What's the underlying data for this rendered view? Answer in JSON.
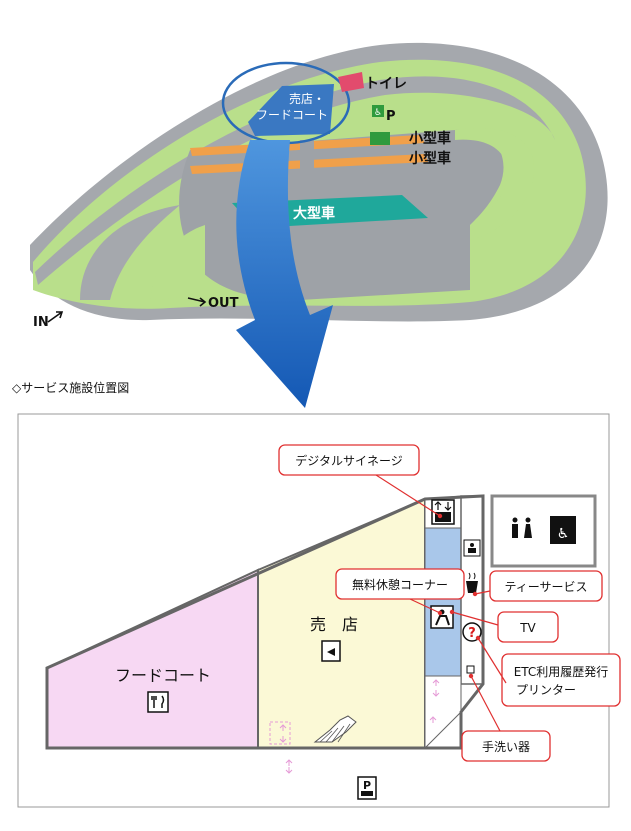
{
  "overview": {
    "labels": {
      "shop_food": [
        "売店・",
        "フードコート"
      ],
      "toilet": "トイレ",
      "parking_p": "P",
      "small_car_1": "小型車",
      "small_car_2": "小型車",
      "large_car": "大型車",
      "in": "IN",
      "out": "OUT"
    }
  },
  "section_title": "◇サービス施設位置図",
  "floor": {
    "food_court": "フードコート",
    "shop": "売　店"
  },
  "callouts": {
    "digital_signage": "デジタルサイネージ",
    "rest_corner": "無料休憩コーナー",
    "tea_service": "ティーサービス",
    "tv": "TV",
    "etc_printer": [
      "ETC利用履歴発行",
      "プリンター"
    ],
    "hand_dryer": "手洗い器"
  },
  "icons": {
    "parking_sign": "P",
    "toilet_block": "restroom-icon",
    "accessible": "accessible-restroom-icon"
  },
  "colors": {
    "grass": "#b8df8a",
    "road": "#9fa3a8",
    "shop_overview": "#3a78c2",
    "toilet_overview": "#e24b6d",
    "parking_stripe": "#f0a04a",
    "large_lot": "#1fa89b",
    "arrow": "#1f6fc7",
    "food_court_fill": "#f7d8f3",
    "shop_fill": "#fbf9d6",
    "corridor_fill": "#a9c7ea",
    "callout_red": "#e03030"
  }
}
